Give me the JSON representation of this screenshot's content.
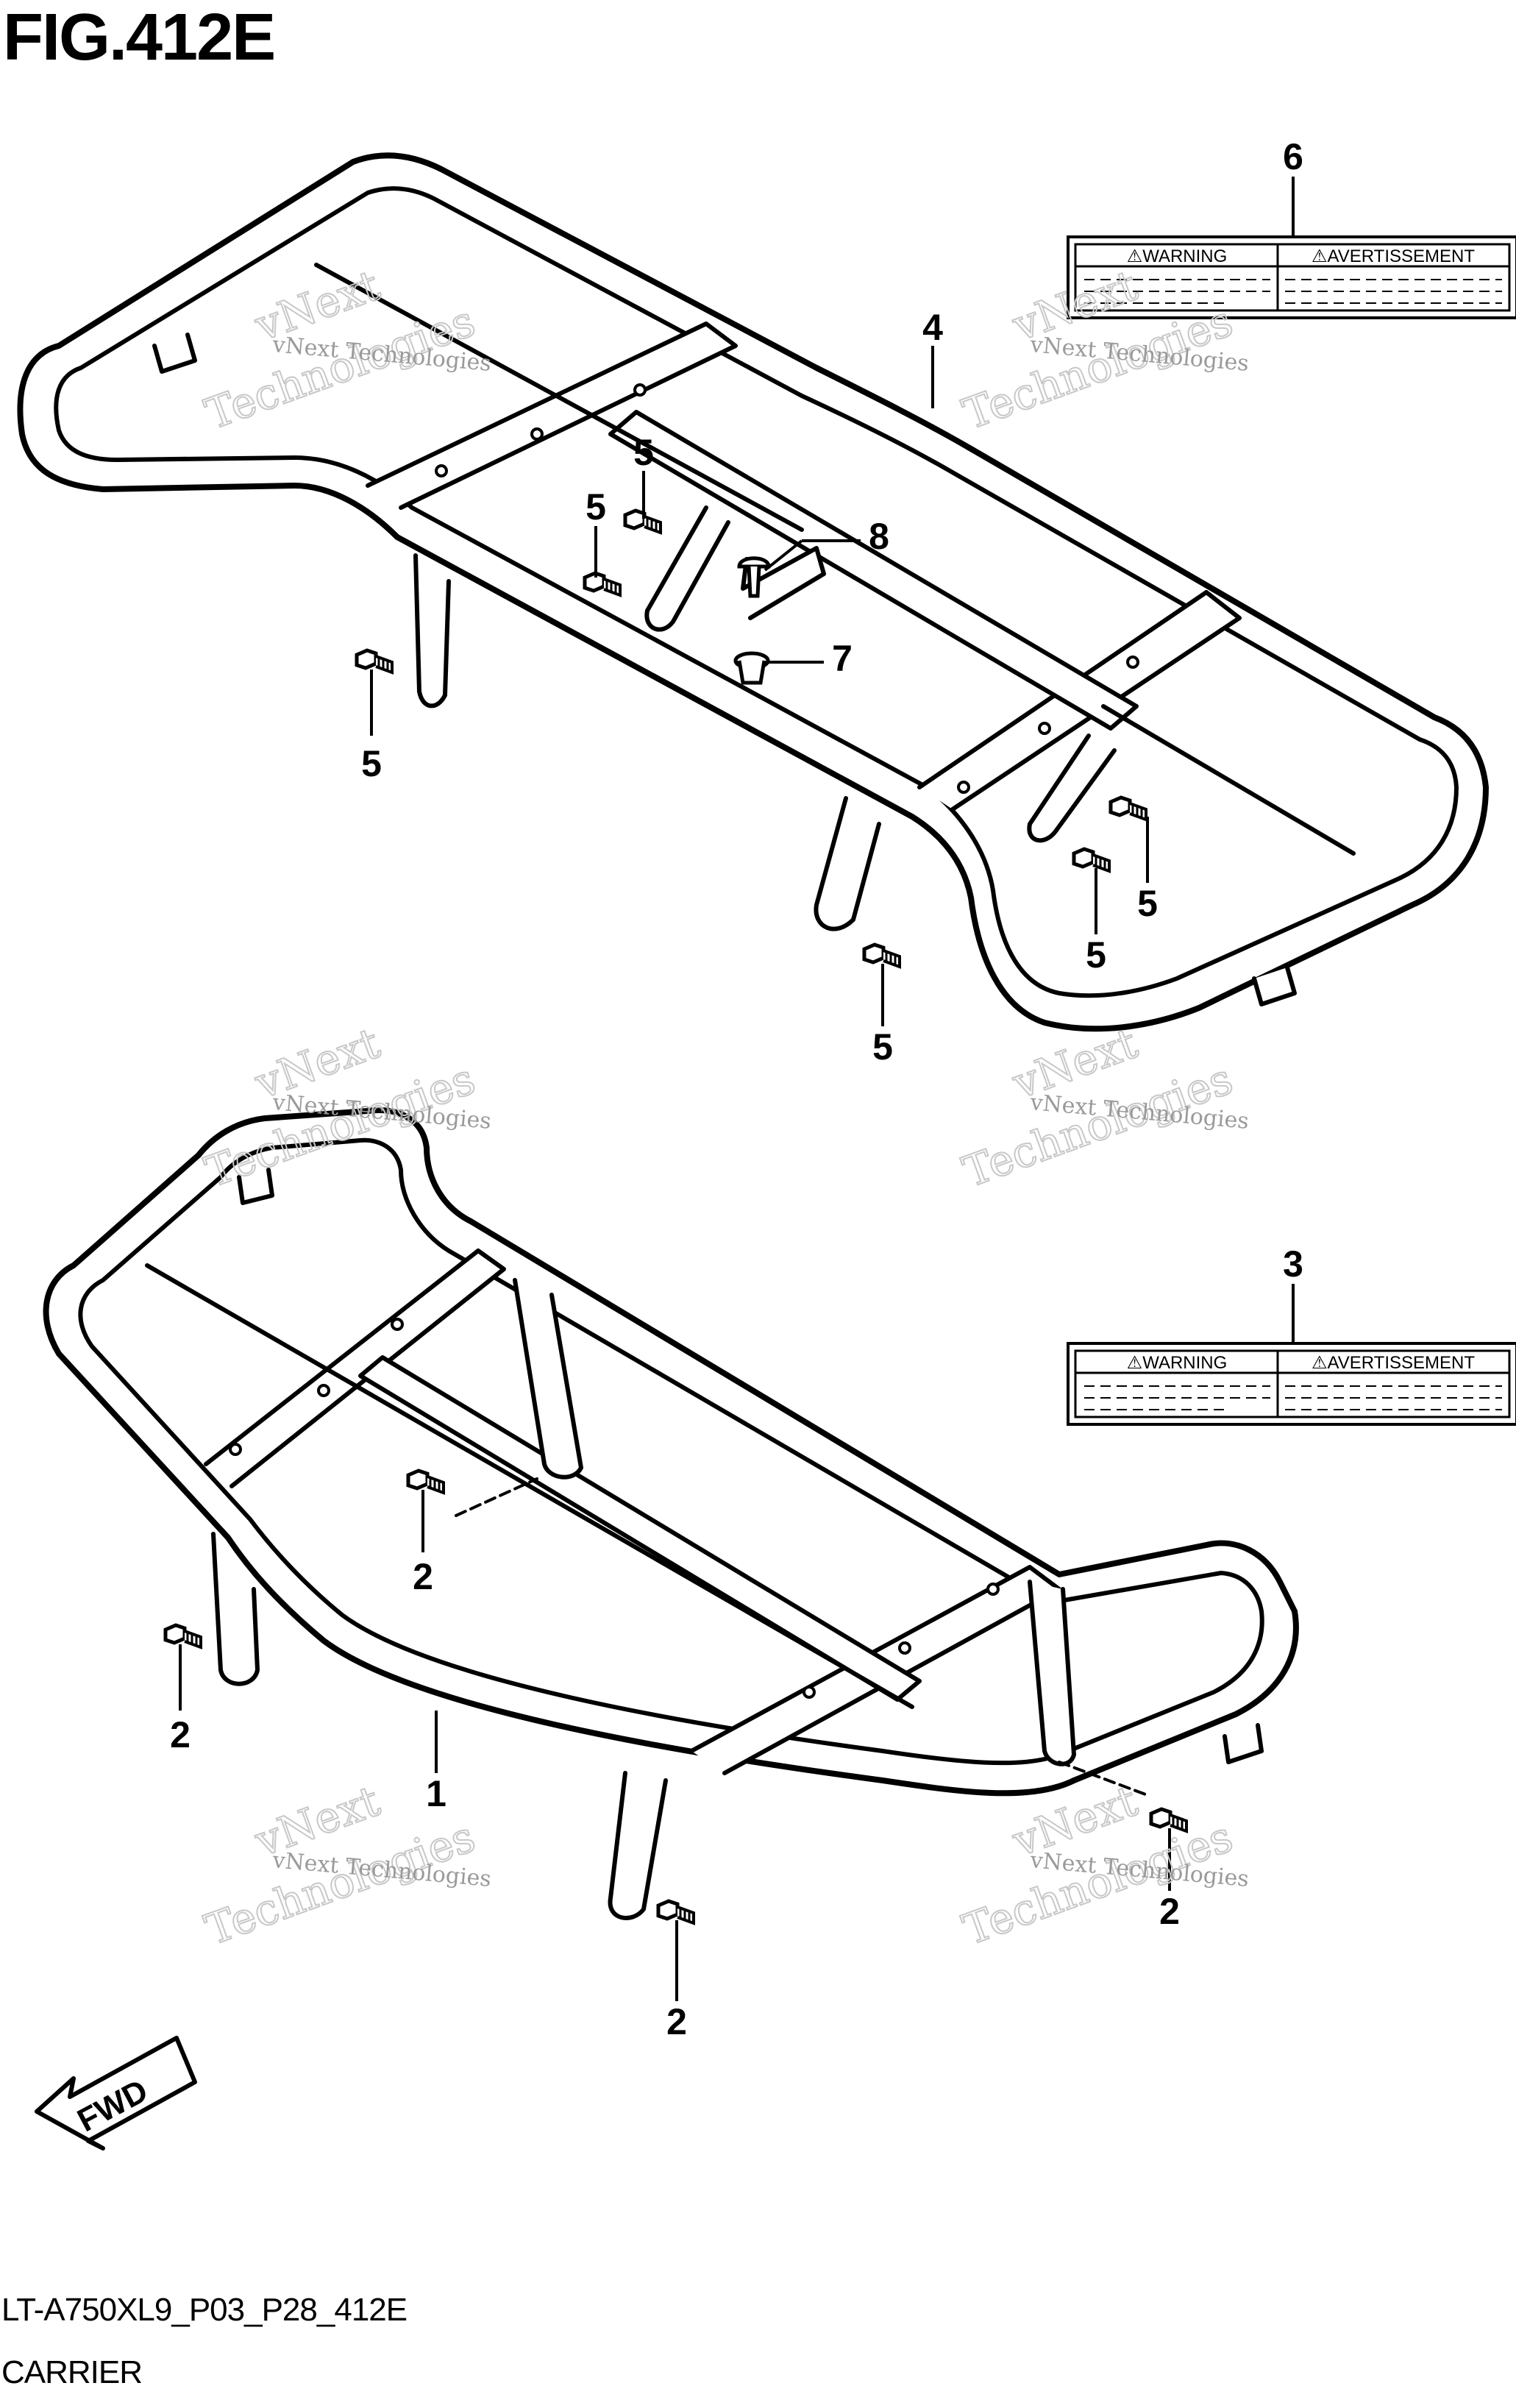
{
  "figure": {
    "title": "FIG.412E",
    "code": "LT-A750XL9_P03_P28_412E",
    "name": "CARRIER"
  },
  "watermark": {
    "small": "vNext Technologies",
    "big_line1": "vNext",
    "big_line2": "Technologies"
  },
  "labels": {
    "warning": "⚠WARNING",
    "avertissement": "⚠AVERTISSEMENT"
  },
  "fwd": "FWD",
  "callouts": {
    "c1": "1",
    "c2a": "2",
    "c2b": "2",
    "c2c": "2",
    "c2d": "2",
    "c3": "3",
    "c4": "4",
    "c5a": "5",
    "c5b": "5",
    "c5c": "5",
    "c5d": "5",
    "c5e": "5",
    "c5f": "5",
    "c6": "6",
    "c7": "7",
    "c8": "8"
  }
}
